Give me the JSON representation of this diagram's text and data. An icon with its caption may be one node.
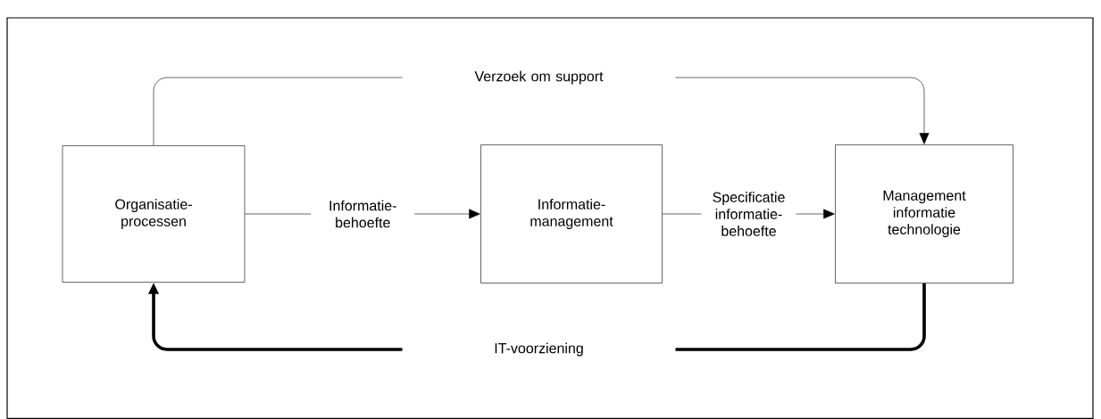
{
  "diagram": {
    "nodes": [
      {
        "text": [
          "Organisatie- processen"
        ]
      },
      {
        "text": [
          "Informatie- management"
        ]
      },
      {
        "text": [
          "Management informatie technologie"
        ]
      }
    ],
    "edges": [
      {
        "from": 0,
        "to": 1,
        "arrow": "to",
        "label": "Informatie- behoefte"
      },
      {
        "from": 1,
        "to": 2,
        "arrow": "to",
        "label": "Specificatie informatie- behoefte"
      },
      {
        "from": 0,
        "to": 2,
        "arrow": "to",
        "label": "Verzoek om support"
      },
      {
        "from": 2,
        "to": 0,
        "arrow": "to",
        "label": "IT-voorziening",
        "style": "thick"
      }
    ]
  }
}
